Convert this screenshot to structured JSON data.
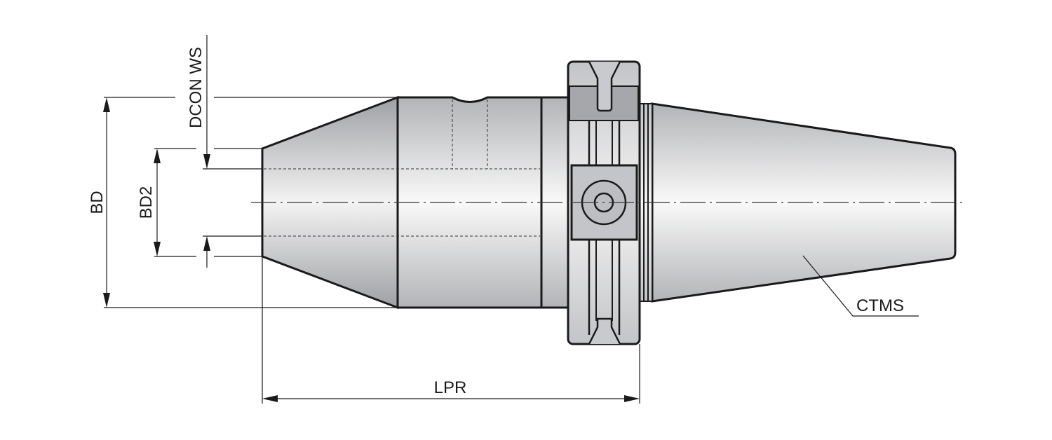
{
  "drawing": {
    "subject": "tool-holder-side-view",
    "colors": {
      "line": "#1a1a1a",
      "metal_light": "#f7f7f7",
      "metal_dark": "#a9aaad",
      "flange_band": "#a6a7aa",
      "block": "#c4c5c8"
    }
  },
  "dimensions": {
    "bd": "BD",
    "bd2": "BD2",
    "dcon_ws": "DCON WS",
    "lpr": "LPR",
    "ctms": "CTMS"
  }
}
